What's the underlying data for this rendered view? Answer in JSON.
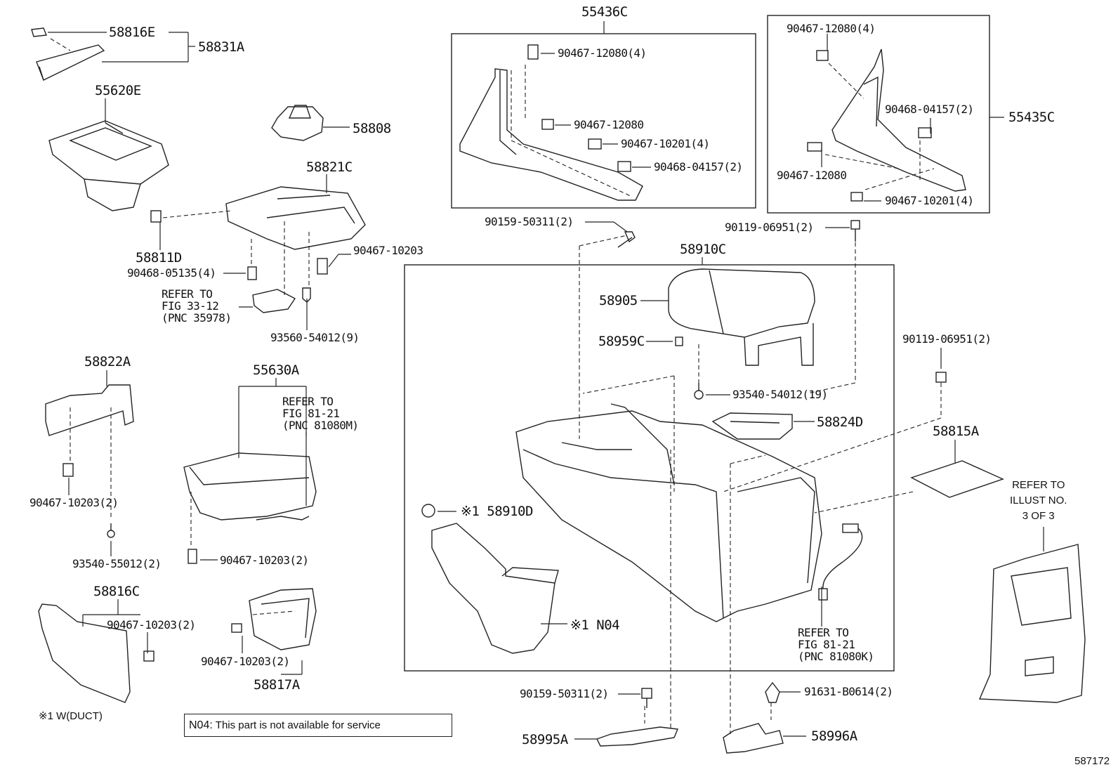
{
  "labels": {
    "p58816E": "58816E",
    "p58831A": "58831A",
    "p55620E": "55620E",
    "p58808": "58808",
    "p58821C": "58821C",
    "p58811D": "58811D",
    "p90468_05135": "90468-05135(4)",
    "p90467_10203_a": "90467-10203",
    "p93560_54012": "93560-54012(9)",
    "p55436C": "55436C",
    "p90467_12080_4a": "90467-12080(4)",
    "p90467_12080_a": "90467-12080",
    "p90467_10201_4a": "90467-10201(4)",
    "p90468_04157_2a": "90468-04157(2)",
    "p90467_12080_4b": "90467-12080(4)",
    "p90468_04157_2b": "90468-04157(2)",
    "p55435C": "55435C",
    "p90467_12080_b": "90467-12080",
    "p90467_10201_4b": "90467-10201(4)",
    "p90159_50311_a": "90159-50311(2)",
    "p90119_06951_a": "90119-06951(2)",
    "p58910C": "58910C",
    "p58905": "58905",
    "p58959C": "58959C",
    "p93540_54012": "93540-54012(19)",
    "p58824D": "58824D",
    "p90119_06951_b": "90119-06951(2)",
    "p58815A": "58815A",
    "p58822A": "58822A",
    "p90467_10203_2a": "90467-10203(2)",
    "p93540_55012": "93540-55012(2)",
    "p55630A": "55630A",
    "p90467_10203_2b": "90467-10203(2)",
    "p58910D": "※1 58910D",
    "p58816C": "58816C",
    "p90467_10203_2c": "90467-10203(2)",
    "p90467_10203_2d": "90467-10203(2)",
    "p58817A": "58817A",
    "pN04": "※1 N04",
    "p90159_50311_b": "90159-50311(2)",
    "p91631_B0614": "91631-B0614(2)",
    "p58995A": "58995A",
    "p58996A": "58996A",
    "footnote": "※1 W(DUCT)",
    "figure_id": "587172"
  },
  "refs": {
    "refer_33_12": [
      "REFER TO",
      "FIG 33-12",
      "(PNC 35978)"
    ],
    "refer_81_21_m": [
      "REFER TO",
      "FIG 81-21",
      "(PNC 81080M)"
    ],
    "refer_81_21_k": [
      "REFER TO",
      "FIG 81-21",
      "(PNC 81080K)"
    ],
    "refer_illust": [
      "REFER TO",
      "ILLUST NO.",
      "3 OF 3"
    ]
  },
  "note": {
    "code": "N04:",
    "text": "This part is not available for service"
  }
}
